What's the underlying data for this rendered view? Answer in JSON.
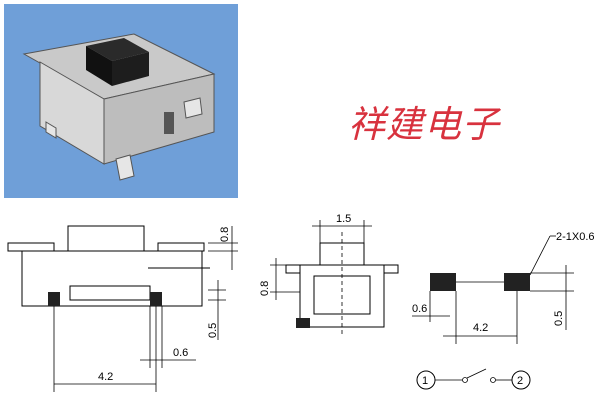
{
  "brand": {
    "text": "祥建电子"
  },
  "colors": {
    "photo_bg": "#6f9fd8",
    "brand": "#d8323e",
    "line": "#000000"
  },
  "dimensions": {
    "front_top": "0.8",
    "front_right": "0.5",
    "front_pad": "0.6",
    "front_width": "4.2",
    "side_width": "1.5",
    "side_height": "0.8",
    "pad_label": "2-1X0.6",
    "pad_side": "0.6",
    "pad_spacing": "4.2",
    "pad_height": "0.5"
  },
  "schematic": {
    "pin1": "1",
    "pin2": "2"
  }
}
